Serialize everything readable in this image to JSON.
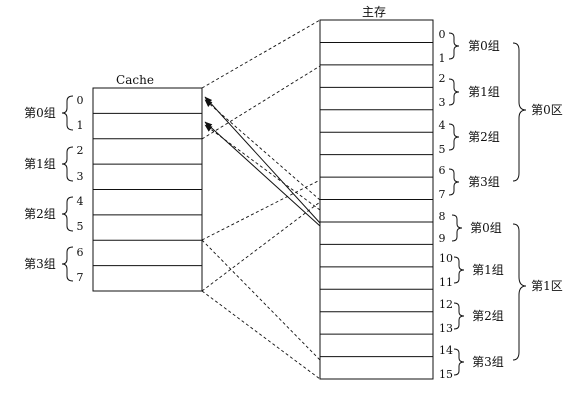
{
  "cache": {
    "title": "Cache",
    "lines": [
      "0",
      "1",
      "2",
      "3",
      "4",
      "5",
      "6",
      "7"
    ],
    "groups": [
      "第0组",
      "第1组",
      "第2组",
      "第3组"
    ]
  },
  "memory": {
    "title": "主存",
    "blocks": [
      "0",
      "1",
      "2",
      "3",
      "4",
      "5",
      "6",
      "7",
      "8",
      "9",
      "10",
      "11",
      "12",
      "13",
      "14",
      "15"
    ],
    "groups": [
      "第0组",
      "第1组",
      "第2组",
      "第3组",
      "第0组",
      "第1组",
      "第2组",
      "第3组"
    ],
    "zones": [
      "第0区",
      "第1区"
    ]
  }
}
